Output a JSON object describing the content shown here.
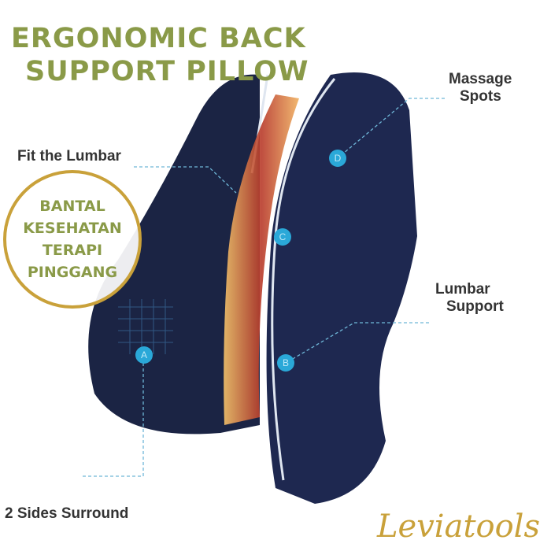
{
  "title": {
    "line1": "ERGONOMIC BACK",
    "line2": "SUPPORT PILLOW"
  },
  "badge": {
    "lines": [
      "BANTAL",
      "KESEHATAN",
      "TERAPI",
      "PINGGANG"
    ]
  },
  "callouts": {
    "massage_spots": {
      "line1": "Massage",
      "line2": "Spots",
      "marker": "D"
    },
    "fit_lumbar": {
      "text": "Fit the Lumbar",
      "marker": "C"
    },
    "lumbar_support": {
      "line1": "Lumbar",
      "line2": "Support",
      "marker": "B"
    },
    "sides_surround": {
      "text": "2 Sides Surround",
      "marker": "A"
    }
  },
  "logo": "Leviatools",
  "colors": {
    "title": "#8a9a48",
    "badge_ring": "#c9a13a",
    "pillow": "#1b2444",
    "marker": "#2aa8d8"
  }
}
